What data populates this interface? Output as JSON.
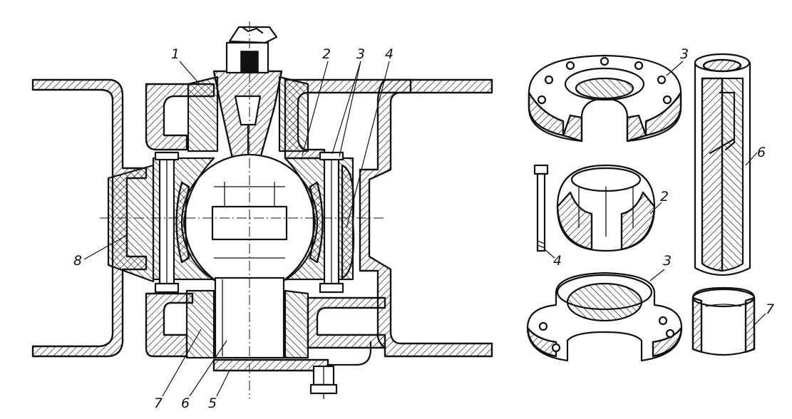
{
  "figure": {
    "labels": {
      "main_1": "1",
      "main_2": "2",
      "main_3": "3",
      "main_4": "4",
      "main_5": "5",
      "main_6": "6",
      "main_7": "7",
      "main_8": "8",
      "detail_flange_top": "3",
      "detail_ring": "2",
      "detail_bolt": "4",
      "detail_flange_bottom": "3",
      "detail_sleeve": "6",
      "detail_bushing": "7"
    }
  }
}
